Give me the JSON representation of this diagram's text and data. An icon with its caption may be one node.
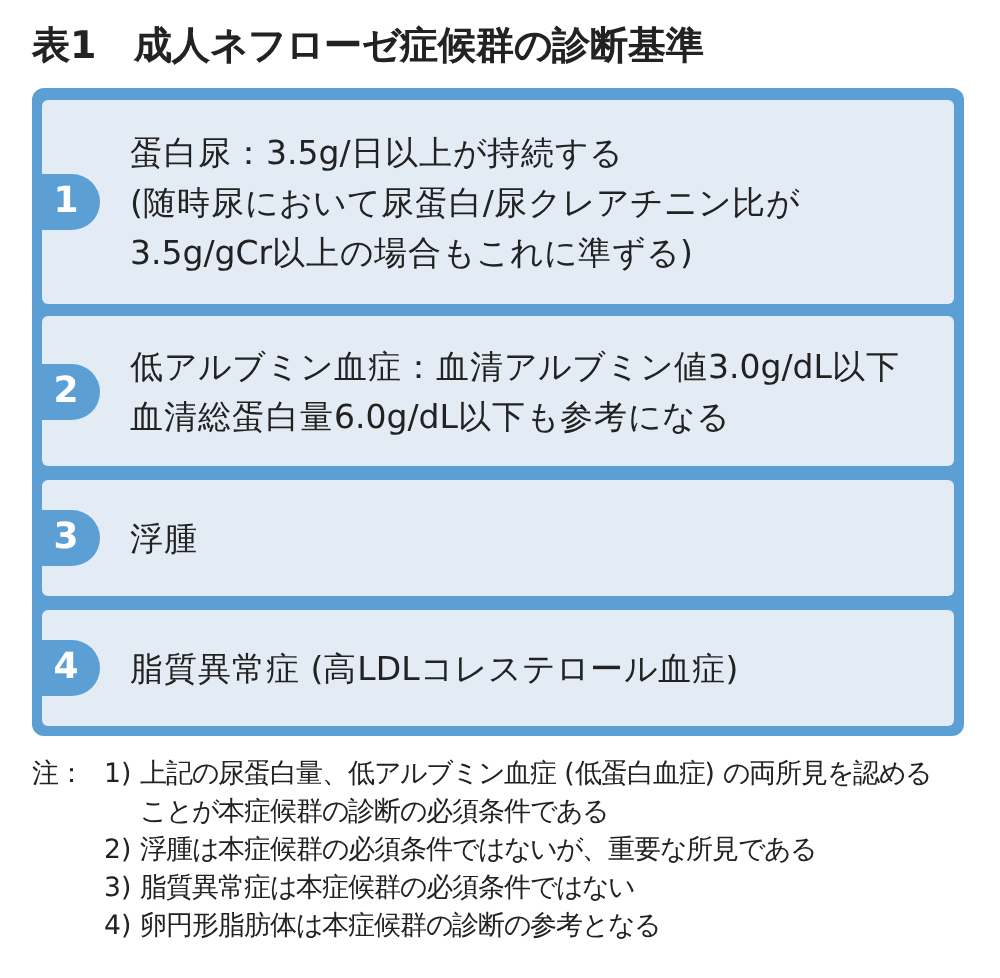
{
  "diagram": {
    "title": "表1　成人ネフローゼ症候群の診断基準",
    "nodes": [
      {
        "text": [],
        "shape": "box"
      },
      {
        "text": [
          "1",
          "蛋白尿：3.5g/日以上が持続する",
          "(随時尿において尿蛋白/尿クレアチニン比が3.5g/gCr以上の場合もこれに準ずる)"
        ],
        "in": 0
      },
      {
        "text": [
          "2",
          "低アルブミン血症：血清アルブミン値3.0g/dL以下",
          "血清総蛋白量6.0g/dL以下も参考になる"
        ],
        "in": 0
      },
      {
        "text": [
          "3",
          "浮腫"
        ],
        "in": 0
      },
      {
        "text": [
          "4",
          "脂質異常症 (高LDLコレステロール血症)"
        ],
        "in": 0
      }
    ],
    "labels": [
      "注：",
      "1) 上記の尿蛋白量、低アルブミン血症 (低蛋白血症) の両所見を認めることが本症候群の診断の必須条件である",
      "2) 浮腫は本症候群の必須条件ではないが、重要な所見である",
      "3) 脂質異常症は本症候群の必須条件ではない",
      "4) 卵円形脂肪体は本症候群の診断の参考となる"
    ]
  }
}
